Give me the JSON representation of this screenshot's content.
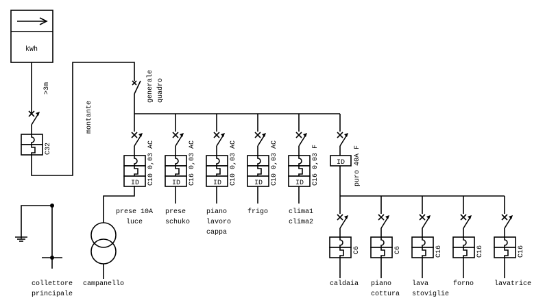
{
  "title": "Schema elettrico impianto domestico",
  "meter": {
    "unit_label": "kWh",
    "icon": "arrow-right-icon"
  },
  "line_labels": {
    "distance": ">3m",
    "riser": "montante"
  },
  "main_breaker": {
    "rating": "C32"
  },
  "main_switch": {
    "label_line1": "generale",
    "label_line2": "quadro"
  },
  "upper_circuits": [
    {
      "rating": "C10 0,03 AC",
      "has_rcd": true,
      "label": [
        "prese 10A",
        "luce"
      ]
    },
    {
      "rating": "C16 0,03 AC",
      "has_rcd": true,
      "label": [
        "prese",
        "schuko"
      ]
    },
    {
      "rating": "C10 0,03 AC",
      "has_rcd": true,
      "label": [
        "piano",
        "lavoro",
        "cappa"
      ]
    },
    {
      "rating": "C10 0,03 AC",
      "has_rcd": true,
      "label": [
        "frigo"
      ]
    },
    {
      "rating": "C16 0,03 F",
      "has_rcd": true,
      "label": [
        "clima1",
        "clima2"
      ]
    }
  ],
  "pure_rcd": {
    "id_label": "ID",
    "rating": "puro 40A F"
  },
  "rcd_label": "ID",
  "lower_circuits": [
    {
      "rating": "C6",
      "label": [
        "caldaia"
      ]
    },
    {
      "rating": "C6",
      "label": [
        "piano",
        "cottura"
      ]
    },
    {
      "rating": "C16",
      "label": [
        "lava",
        "stoviglie"
      ]
    },
    {
      "rating": "C16",
      "label": [
        "forno"
      ]
    },
    {
      "rating": "C16",
      "label": [
        "lavatrice"
      ]
    }
  ],
  "earth": {
    "label": [
      "collettore",
      "principale"
    ]
  },
  "bell": {
    "label": "campanello"
  }
}
